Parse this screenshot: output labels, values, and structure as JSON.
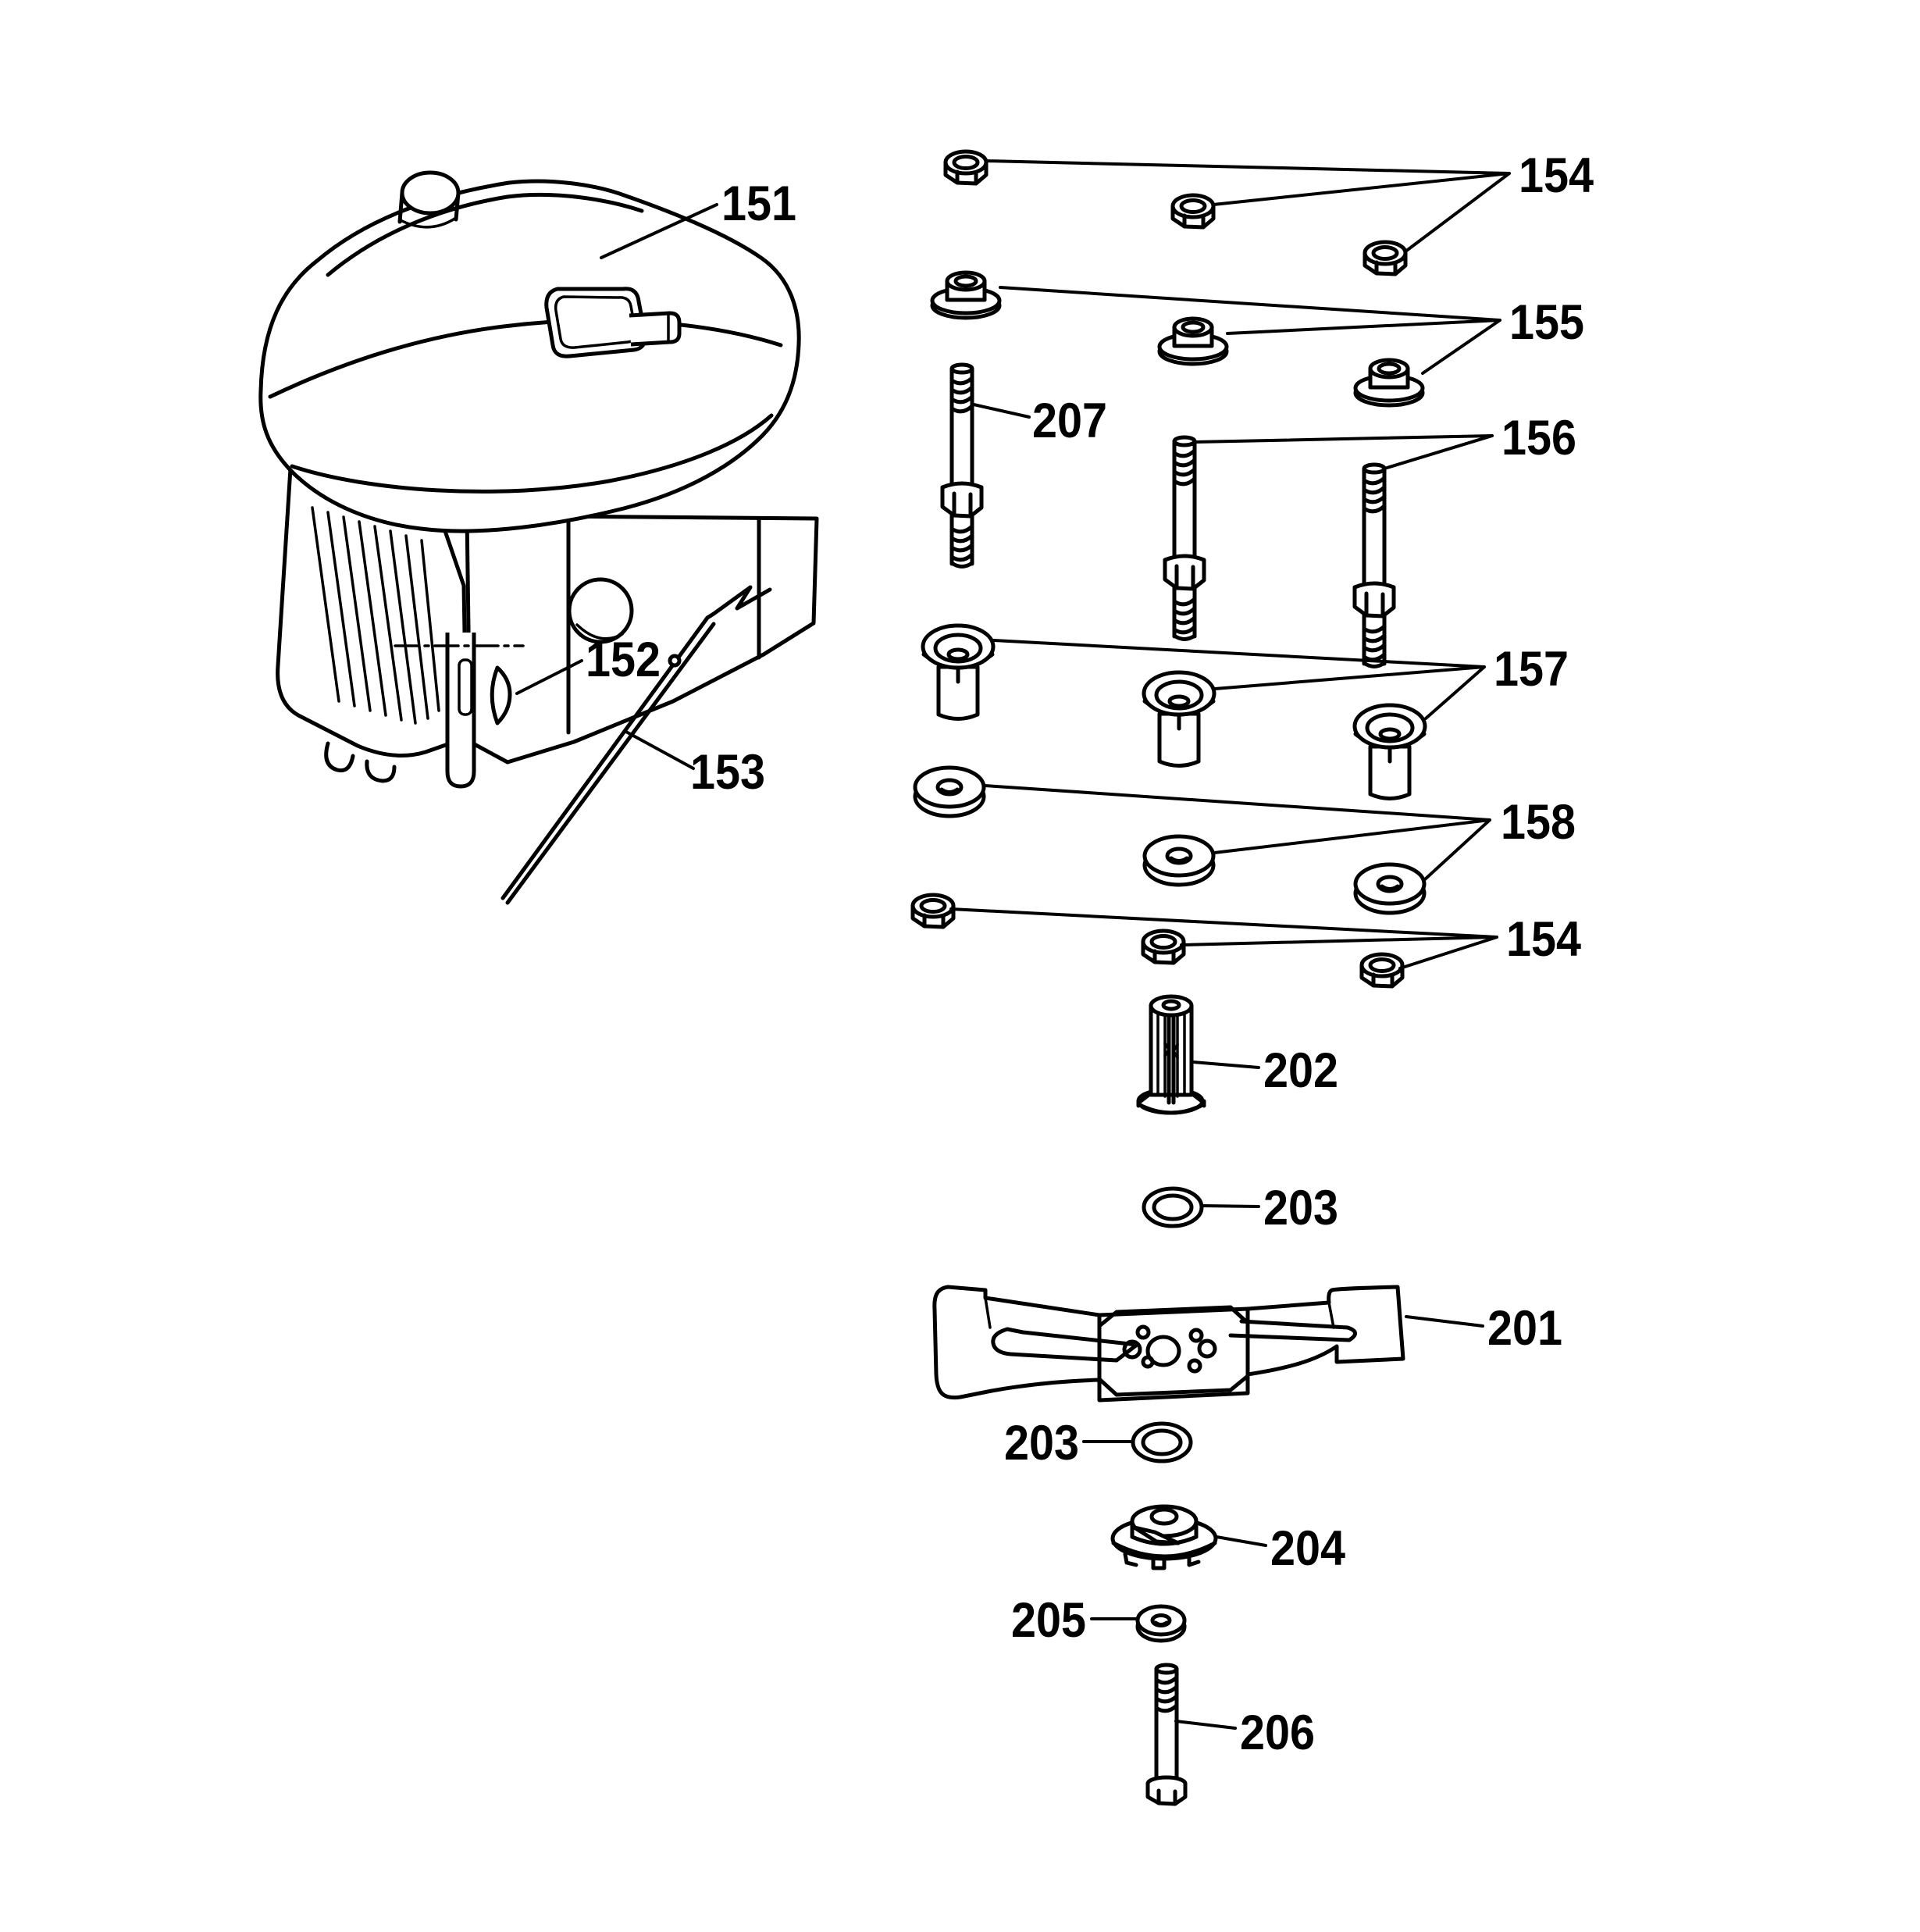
{
  "figure": {
    "type": "exploded-parts-diagram",
    "subject": "engine and blade assembly",
    "colors": {
      "background": "#ffffff",
      "line": "#000000",
      "text": "#000000"
    }
  },
  "callouts": {
    "l151": "151",
    "l152": "152",
    "l153": "153",
    "l154a": "154",
    "l155": "155",
    "l156": "156",
    "l207": "207",
    "l157": "157",
    "l158": "158",
    "l154b": "154",
    "l202": "202",
    "l203a": "203",
    "l201": "201",
    "l203b": "203",
    "l204": "204",
    "l205": "205",
    "l206": "206"
  }
}
